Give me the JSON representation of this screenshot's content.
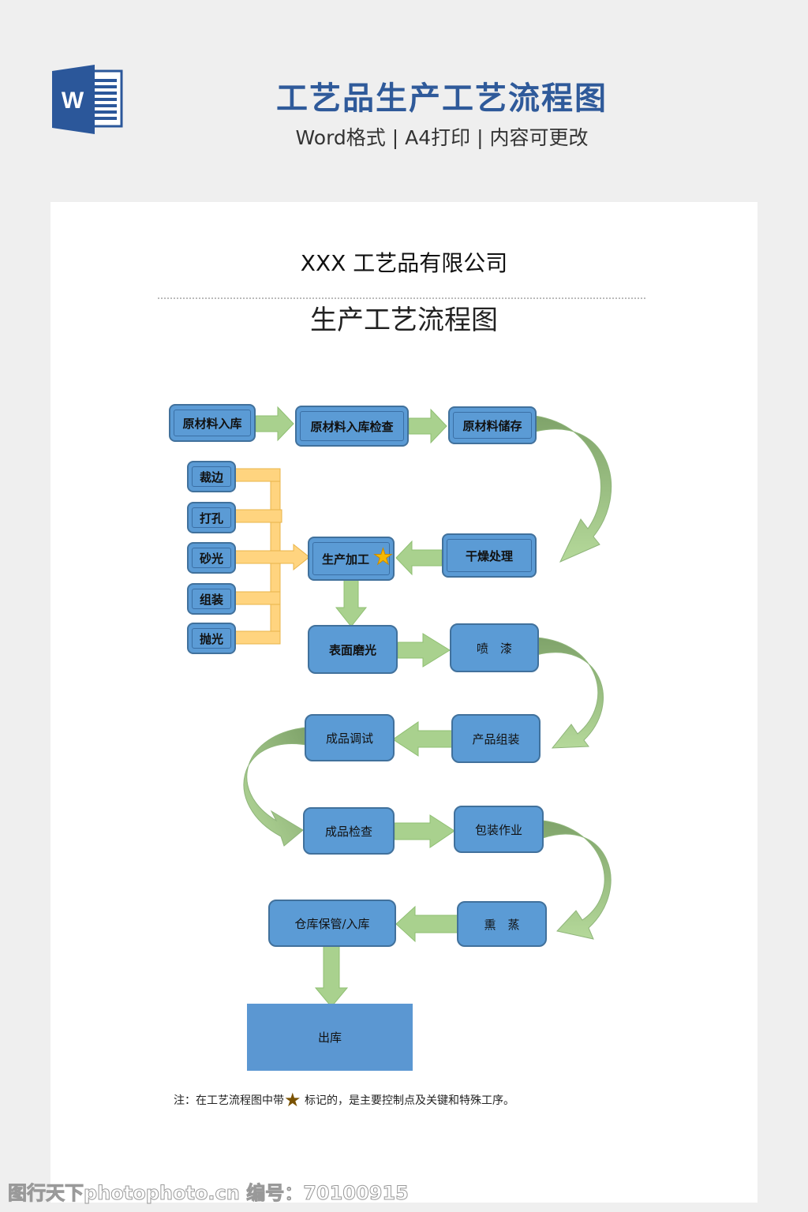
{
  "header": {
    "title": "工艺品生产工艺流程图",
    "subtitle": "Word格式 | A4打印 | 内容可更改",
    "logo_icon": "word-document-icon",
    "logo_letter": "W"
  },
  "document": {
    "company": "XXX 工艺品有限公司",
    "title": "生产工艺流程图",
    "flow": {
      "main_steps": [
        {
          "id": "raw-in",
          "label": "原材料入库"
        },
        {
          "id": "raw-check",
          "label": "原材料入库检查"
        },
        {
          "id": "raw-store",
          "label": "原材料储存"
        },
        {
          "id": "drying",
          "label": "干燥处理"
        },
        {
          "id": "processing",
          "label": "生产加工",
          "key_control": true
        },
        {
          "id": "polish-surface",
          "label": "表面磨光"
        },
        {
          "id": "spray",
          "label": "喷　漆"
        },
        {
          "id": "assembly",
          "label": "产品组装"
        },
        {
          "id": "debug",
          "label": "成品调试"
        },
        {
          "id": "inspect",
          "label": "成品检查"
        },
        {
          "id": "packing",
          "label": "包装作业"
        },
        {
          "id": "fumigate",
          "label": "熏　蒸"
        },
        {
          "id": "warehouse",
          "label": "仓库保管/入库"
        },
        {
          "id": "exit",
          "label": "出库"
        }
      ],
      "sub_steps": [
        {
          "label": "裁边"
        },
        {
          "label": "打孔"
        },
        {
          "label": "砂光"
        },
        {
          "label": "组装"
        },
        {
          "label": "抛光"
        }
      ],
      "key_marker_icon": "star-icon"
    },
    "note": {
      "prefix": "注：在工艺流程图中带",
      "suffix": "标记的，是主要控制点及关键和特殊工序。",
      "star": "★"
    }
  },
  "watermark": "图行天下photophoto.cn 编号：70100915",
  "colors": {
    "box_fill": "#5b9bd5",
    "box_border": "#41719c",
    "arrow_green": "#a9d18e",
    "arrow_green_dark": "#7fa36a",
    "arrow_orange": "#ffd47f",
    "star": "#f5b800",
    "title_blue": "#2f5a9a"
  }
}
